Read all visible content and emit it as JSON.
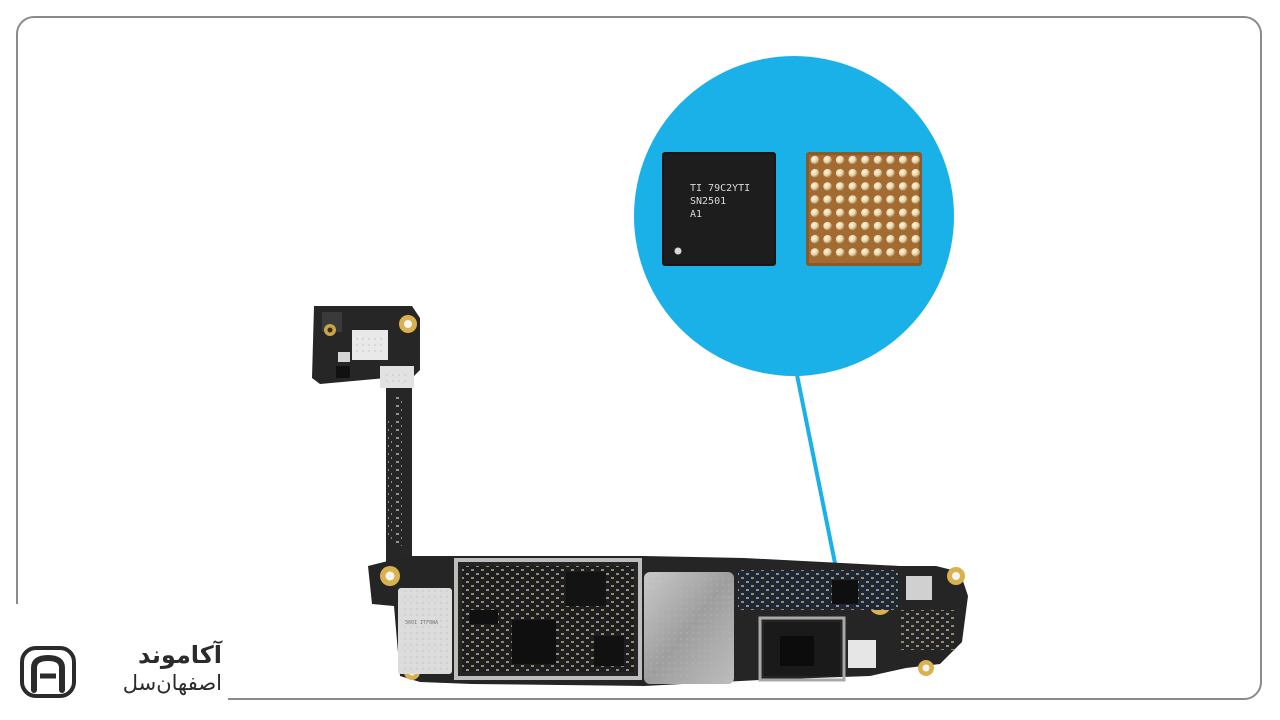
{
  "logo": {
    "name": "آکاموند",
    "subtitle": "اصفهان‌سل"
  },
  "zoom": {
    "chip_marking": [
      "TI 79C2YTI",
      "SN2501",
      "A1"
    ]
  },
  "board_labels": {
    "shield_text": "3601 ITF8WA"
  },
  "colors": {
    "accent": "#1ab0e8",
    "board": "#2a2a2a",
    "frame": "#8a8a8a"
  }
}
